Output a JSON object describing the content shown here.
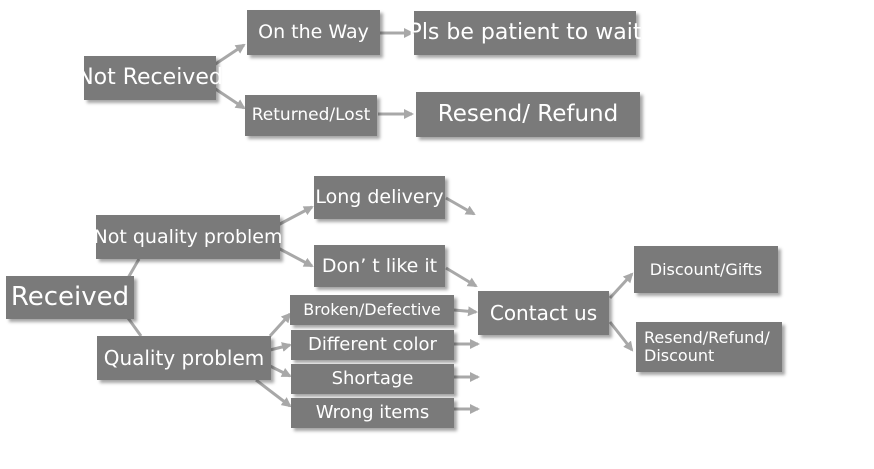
{
  "colors": {
    "box_fill": "#7a7a7a",
    "box_text": "#ffffff",
    "arrow": "#a8a8a8",
    "background": "#ffffff"
  },
  "top_flow": {
    "not_received": "Not Received",
    "on_the_way": "On the Way",
    "be_patient": "Pls be patient to wait",
    "returned_lost": "Returned/Lost",
    "resend_refund": "Resend/ Refund"
  },
  "bottom_flow": {
    "received": "Received",
    "not_quality_problem": "Not quality problem",
    "long_delivery": "Long delivery",
    "dont_like_it": "Don’ t like it",
    "quality_problem": "Quality problem",
    "broken_defective": "Broken/Defective",
    "different_color": "Different color",
    "shortage": "Shortage",
    "wrong_items": "Wrong items",
    "contact_us": "Contact us",
    "discount_gifts": "Discount/Gifts",
    "resend_refund_discount_line1": "Resend/Refund/",
    "resend_refund_discount_line2": "Discount"
  }
}
